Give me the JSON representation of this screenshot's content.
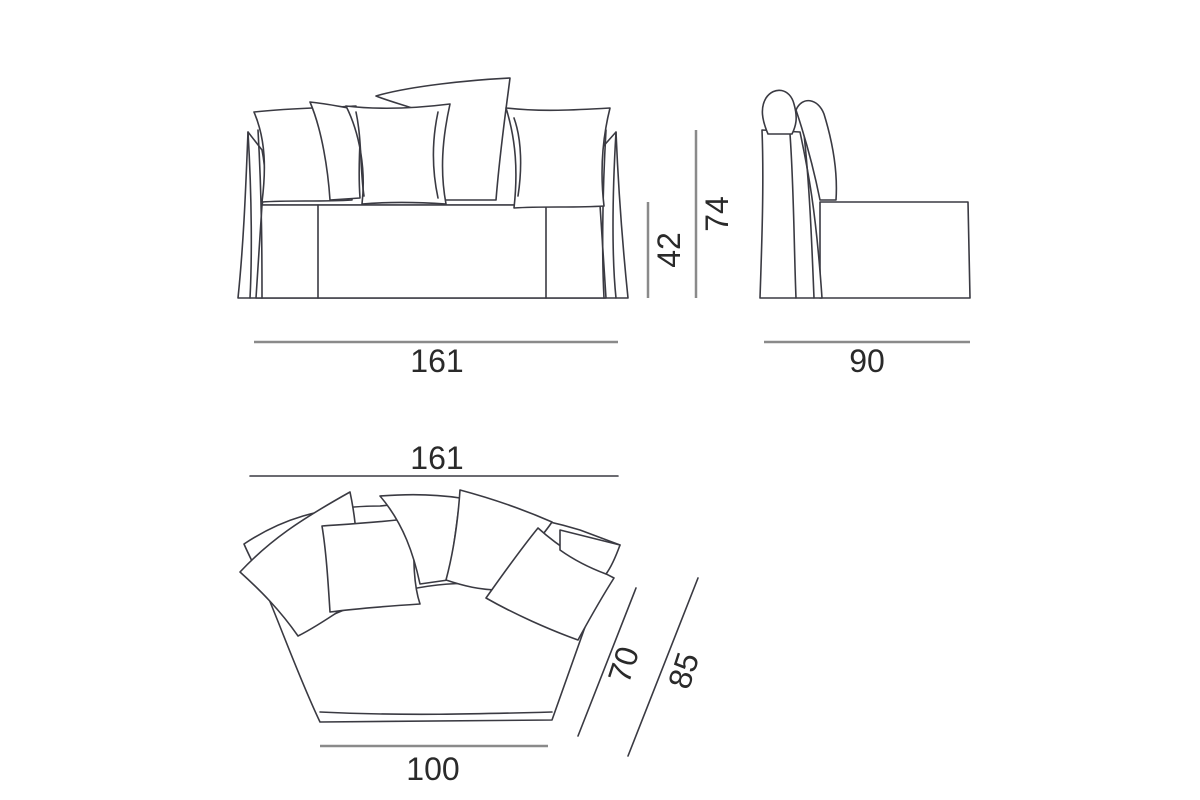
{
  "front_view": {
    "width_label": "161",
    "seat_height_label": "42",
    "total_height_label": "74"
  },
  "side_view": {
    "depth_label": "90"
  },
  "top_view": {
    "width_label": "161",
    "front_width_label": "100",
    "seat_depth_label": "70",
    "total_depth_label": "85"
  },
  "colors": {
    "outline": "#3a3a42",
    "dimension_line": "#8a8a8a",
    "text": "#2a2a2a"
  }
}
